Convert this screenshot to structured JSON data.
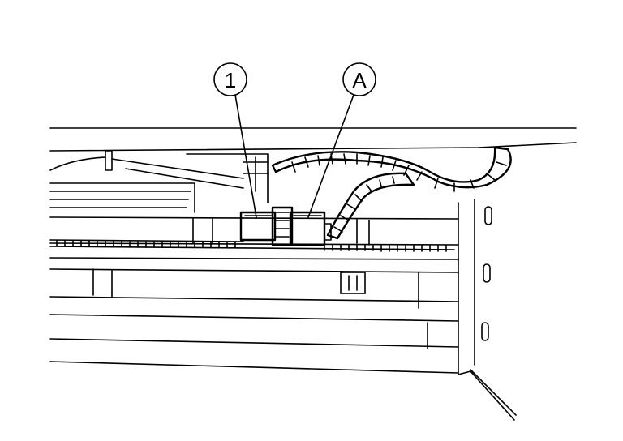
{
  "callouts": [
    {
      "id": "1",
      "label": "1"
    },
    {
      "id": "A",
      "label": "A"
    }
  ]
}
